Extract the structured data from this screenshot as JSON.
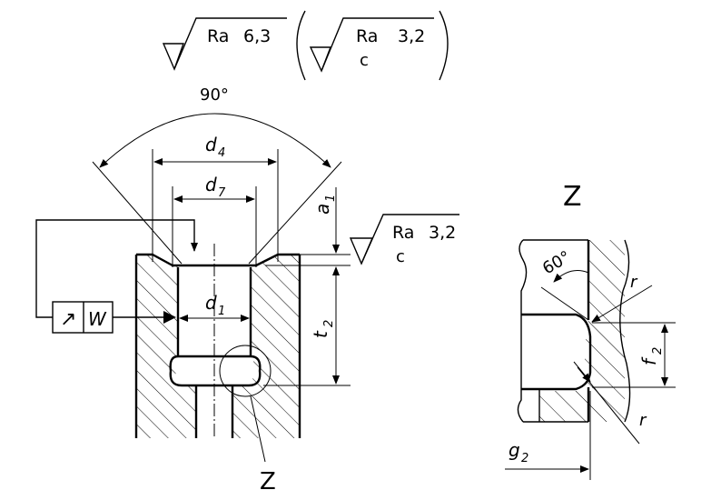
{
  "surface_finish": {
    "general": {
      "label": "Ra",
      "value": "6,3"
    },
    "bracketed": {
      "label": "Ra",
      "value": "3,2",
      "suffix": "c"
    },
    "counterbore": {
      "label": "Ra",
      "value": "3,2",
      "suffix": "c"
    }
  },
  "dimensions": {
    "angle": "90°",
    "d4": "d",
    "d4_sub": "4",
    "d7": "d",
    "d7_sub": "7",
    "d1": "d",
    "d1_sub": "1",
    "a1": "a",
    "a1_sub": "1",
    "t2": "t",
    "t2_sub": "2"
  },
  "tolerance_frame": {
    "symbol": "↗",
    "datum": "W"
  },
  "detail_z": {
    "marker": "Z",
    "title": "Z",
    "angle": "60°",
    "r_top": "r",
    "r_bottom": "r",
    "f2": "f",
    "f2_sub": "2",
    "g2": "g",
    "g2_sub": "2"
  }
}
